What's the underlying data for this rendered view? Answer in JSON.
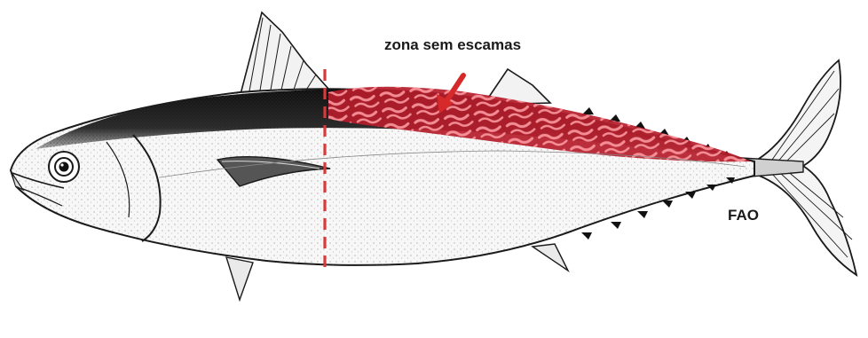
{
  "annotation": {
    "text": "zona sem escamas"
  },
  "credit": {
    "text": "FAO"
  },
  "colors": {
    "highlight": "#b51c2a",
    "highlight_pattern": "#ff9fa6",
    "divider": "#d63a3a",
    "arrow": "#d62a2a",
    "ink": "#1a1a1a"
  },
  "icons": [
    "tuna-illustration",
    "arrow-icon"
  ]
}
